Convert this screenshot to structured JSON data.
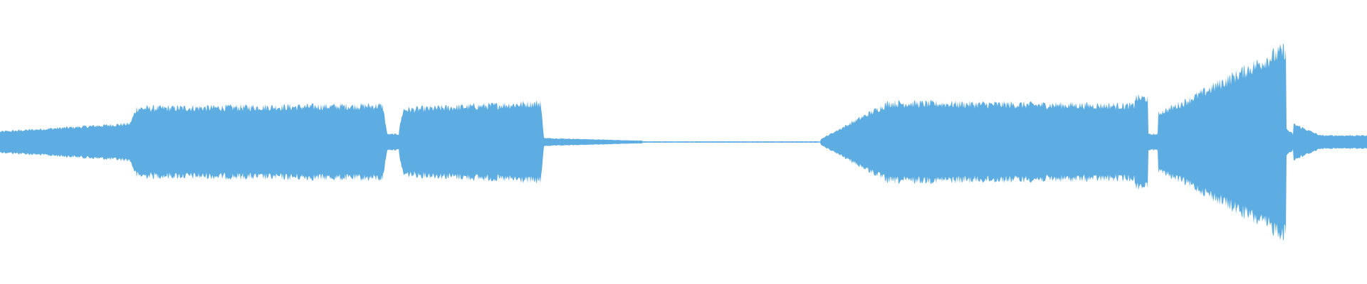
{
  "waveform": {
    "color": "#5dade2",
    "background": "#ffffff",
    "segments": [
      {
        "t0": 0.0,
        "t1": 0.095,
        "a0": 0.08,
        "a1": 0.14
      },
      {
        "t0": 0.095,
        "t1": 0.1,
        "a0": 0.14,
        "a1": 0.26
      },
      {
        "t0": 0.1,
        "t1": 0.28,
        "a0": 0.26,
        "a1": 0.28
      },
      {
        "t0": 0.28,
        "t1": 0.283,
        "a0": 0.28,
        "a1": 0.08
      },
      {
        "t0": 0.283,
        "t1": 0.292,
        "a0": 0.06,
        "a1": 0.06
      },
      {
        "t0": 0.292,
        "t1": 0.295,
        "a0": 0.1,
        "a1": 0.25
      },
      {
        "t0": 0.295,
        "t1": 0.395,
        "a0": 0.25,
        "a1": 0.3
      },
      {
        "t0": 0.395,
        "t1": 0.398,
        "a0": 0.35,
        "a1": 0.03
      },
      {
        "t0": 0.398,
        "t1": 0.47,
        "a0": 0.03,
        "a1": 0.01
      },
      {
        "t0": 0.47,
        "t1": 0.6,
        "a0": 0.005,
        "a1": 0.005
      },
      {
        "t0": 0.6,
        "t1": 0.65,
        "a0": 0.02,
        "a1": 0.3
      },
      {
        "t0": 0.65,
        "t1": 0.83,
        "a0": 0.3,
        "a1": 0.28
      },
      {
        "t0": 0.83,
        "t1": 0.84,
        "a0": 0.34,
        "a1": 0.34
      },
      {
        "t0": 0.84,
        "t1": 0.847,
        "a0": 0.06,
        "a1": 0.06
      },
      {
        "t0": 0.847,
        "t1": 0.865,
        "a0": 0.22,
        "a1": 0.3
      },
      {
        "t0": 0.865,
        "t1": 0.941,
        "a0": 0.3,
        "a1": 0.72
      },
      {
        "t0": 0.941,
        "t1": 0.946,
        "a0": 0.1,
        "a1": 0.06
      },
      {
        "t0": 0.946,
        "t1": 0.966,
        "a0": 0.14,
        "a1": 0.05
      },
      {
        "t0": 0.966,
        "t1": 1.0,
        "a0": 0.05,
        "a1": 0.05
      }
    ]
  }
}
